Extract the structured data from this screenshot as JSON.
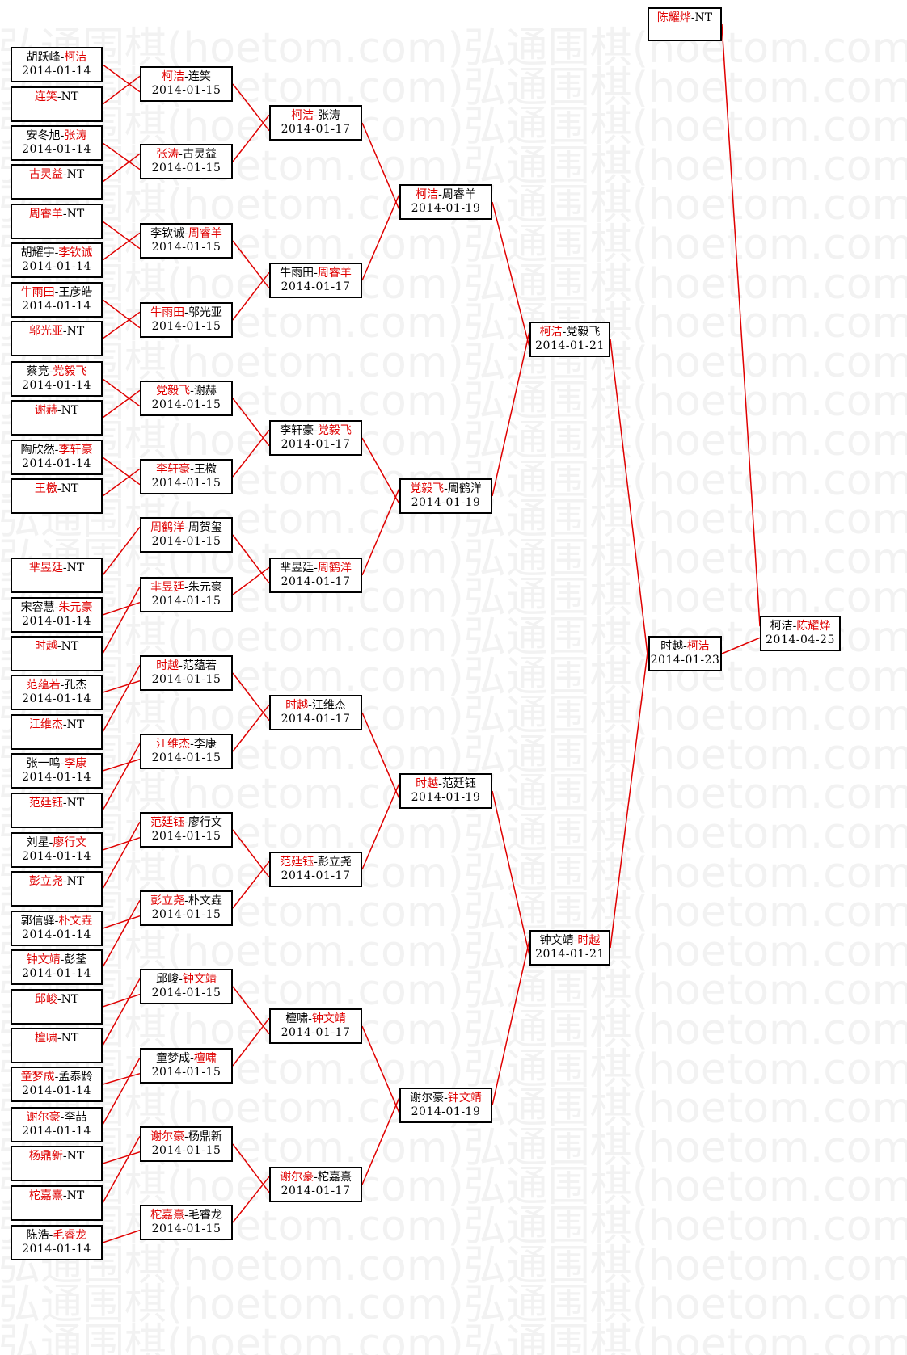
{
  "watermark": "弘通围棋(hoetom.com)",
  "colors": {
    "winner": "#e00000",
    "line": "#e00000",
    "border": "#000000"
  },
  "champion": {
    "name": "陈耀烨",
    "suffix": "-NT"
  },
  "matches": [
    {
      "id": "r1-1",
      "p1": "胡跃峰",
      "p2": "柯洁",
      "w": 2,
      "date": "2014-01-14"
    },
    {
      "id": "r1-2",
      "p1": "连笑",
      "p2": "NT",
      "w": 1,
      "date": ""
    },
    {
      "id": "r1-3",
      "p1": "安冬旭",
      "p2": "张涛",
      "w": 2,
      "date": "2014-01-14"
    },
    {
      "id": "r1-4",
      "p1": "古灵益",
      "p2": "NT",
      "w": 1,
      "date": ""
    },
    {
      "id": "r1-5",
      "p1": "周睿羊",
      "p2": "NT",
      "w": 1,
      "date": ""
    },
    {
      "id": "r1-6",
      "p1": "胡耀宇",
      "p2": "李钦诚",
      "w": 2,
      "date": "2014-01-14"
    },
    {
      "id": "r1-7",
      "p1": "牛雨田",
      "p2": "王彦皓",
      "w": 1,
      "date": "2014-01-14"
    },
    {
      "id": "r1-8",
      "p1": "邬光亚",
      "p2": "NT",
      "w": 1,
      "date": ""
    },
    {
      "id": "r1-9",
      "p1": "蔡竞",
      "p2": "党毅飞",
      "w": 2,
      "date": "2014-01-14"
    },
    {
      "id": "r1-10",
      "p1": "谢赫",
      "p2": "NT",
      "w": 1,
      "date": ""
    },
    {
      "id": "r1-11",
      "p1": "陶欣然",
      "p2": "李轩豪",
      "w": 2,
      "date": "2014-01-14"
    },
    {
      "id": "r1-12",
      "p1": "王檄",
      "p2": "NT",
      "w": 1,
      "date": ""
    },
    {
      "id": "r1-14",
      "p1": "芈昱廷",
      "p2": "NT",
      "w": 1,
      "date": ""
    },
    {
      "id": "r1-15",
      "p1": "宋容慧",
      "p2": "朱元豪",
      "w": 2,
      "date": "2014-01-14"
    },
    {
      "id": "r1-16",
      "p1": "时越",
      "p2": "NT",
      "w": 1,
      "date": ""
    },
    {
      "id": "r1-17",
      "p1": "范蕴若",
      "p2": "孔杰",
      "w": 1,
      "date": "2014-01-14"
    },
    {
      "id": "r1-18",
      "p1": "江维杰",
      "p2": "NT",
      "w": 1,
      "date": ""
    },
    {
      "id": "r1-19",
      "p1": "张一鸣",
      "p2": "李康",
      "w": 2,
      "date": "2014-01-14"
    },
    {
      "id": "r1-20",
      "p1": "范廷钰",
      "p2": "NT",
      "w": 1,
      "date": ""
    },
    {
      "id": "r1-21",
      "p1": "刘星",
      "p2": "廖行文",
      "w": 2,
      "date": "2014-01-14"
    },
    {
      "id": "r1-22",
      "p1": "彭立尧",
      "p2": "NT",
      "w": 1,
      "date": ""
    },
    {
      "id": "r1-23",
      "p1": "郭信驿",
      "p2": "朴文垚",
      "w": 2,
      "date": "2014-01-14"
    },
    {
      "id": "r1-24",
      "p1": "钟文靖",
      "p2": "彭荃",
      "w": 1,
      "date": "2014-01-14"
    },
    {
      "id": "r1-25",
      "p1": "邱峻",
      "p2": "NT",
      "w": 1,
      "date": ""
    },
    {
      "id": "r1-26",
      "p1": "檀啸",
      "p2": "NT",
      "w": 1,
      "date": ""
    },
    {
      "id": "r1-27",
      "p1": "童梦成",
      "p2": "孟泰龄",
      "w": 1,
      "date": "2014-01-14"
    },
    {
      "id": "r1-28",
      "p1": "谢尔豪",
      "p2": "李喆",
      "w": 1,
      "date": "2014-01-14"
    },
    {
      "id": "r1-29",
      "p1": "杨鼎新",
      "p2": "NT",
      "w": 1,
      "date": ""
    },
    {
      "id": "r1-30",
      "p1": "柁嘉熹",
      "p2": "NT",
      "w": 1,
      "date": ""
    },
    {
      "id": "r1-31",
      "p1": "陈浩",
      "p2": "毛睿龙",
      "w": 2,
      "date": "2014-01-14"
    },
    {
      "id": "r2-1",
      "p1": "柯洁",
      "p2": "连笑",
      "w": 1,
      "date": "2014-01-15"
    },
    {
      "id": "r2-2",
      "p1": "张涛",
      "p2": "古灵益",
      "w": 1,
      "date": "2014-01-15"
    },
    {
      "id": "r2-3",
      "p1": "李钦诚",
      "p2": "周睿羊",
      "w": 2,
      "date": "2014-01-15"
    },
    {
      "id": "r2-4",
      "p1": "牛雨田",
      "p2": "邬光亚",
      "w": 1,
      "date": "2014-01-15"
    },
    {
      "id": "r2-5",
      "p1": "党毅飞",
      "p2": "谢赫",
      "w": 1,
      "date": "2014-01-15"
    },
    {
      "id": "r2-6",
      "p1": "李轩豪",
      "p2": "王檄",
      "w": 1,
      "date": "2014-01-15"
    },
    {
      "id": "r2-7",
      "p1": "周鹤洋",
      "p2": "周贺玺",
      "w": 1,
      "date": "2014-01-15"
    },
    {
      "id": "r2-8",
      "p1": "芈昱廷",
      "p2": "朱元豪",
      "w": 1,
      "date": "2014-01-15"
    },
    {
      "id": "r2-9",
      "p1": "时越",
      "p2": "范蕴若",
      "w": 1,
      "date": "2014-01-15"
    },
    {
      "id": "r2-10",
      "p1": "江维杰",
      "p2": "李康",
      "w": 1,
      "date": "2014-01-15"
    },
    {
      "id": "r2-11",
      "p1": "范廷钰",
      "p2": "廖行文",
      "w": 1,
      "date": "2014-01-15"
    },
    {
      "id": "r2-12",
      "p1": "彭立尧",
      "p2": "朴文垚",
      "w": 1,
      "date": "2014-01-15"
    },
    {
      "id": "r2-13",
      "p1": "邱峻",
      "p2": "钟文靖",
      "w": 2,
      "date": "2014-01-15"
    },
    {
      "id": "r2-14",
      "p1": "童梦成",
      "p2": "檀啸",
      "w": 2,
      "date": "2014-01-15"
    },
    {
      "id": "r2-15",
      "p1": "谢尔豪",
      "p2": "杨鼎新",
      "w": 1,
      "date": "2014-01-15"
    },
    {
      "id": "r2-16",
      "p1": "柁嘉熹",
      "p2": "毛睿龙",
      "w": 1,
      "date": "2014-01-15"
    },
    {
      "id": "r3-1",
      "p1": "柯洁",
      "p2": "张涛",
      "w": 1,
      "date": "2014-01-17"
    },
    {
      "id": "r3-2",
      "p1": "牛雨田",
      "p2": "周睿羊",
      "w": 2,
      "date": "2014-01-17"
    },
    {
      "id": "r3-3",
      "p1": "李轩豪",
      "p2": "党毅飞",
      "w": 2,
      "date": "2014-01-17"
    },
    {
      "id": "r3-4",
      "p1": "芈昱廷",
      "p2": "周鹤洋",
      "w": 2,
      "date": "2014-01-17"
    },
    {
      "id": "r3-5",
      "p1": "时越",
      "p2": "江维杰",
      "w": 1,
      "date": "2014-01-17"
    },
    {
      "id": "r3-6",
      "p1": "范廷钰",
      "p2": "彭立尧",
      "w": 1,
      "date": "2014-01-17"
    },
    {
      "id": "r3-7",
      "p1": "檀啸",
      "p2": "钟文靖",
      "w": 2,
      "date": "2014-01-17"
    },
    {
      "id": "r3-8",
      "p1": "谢尔豪",
      "p2": "柁嘉熹",
      "w": 1,
      "date": "2014-01-17"
    },
    {
      "id": "r4-1",
      "p1": "柯洁",
      "p2": "周睿羊",
      "w": 1,
      "date": "2014-01-19"
    },
    {
      "id": "r4-2",
      "p1": "党毅飞",
      "p2": "周鹤洋",
      "w": 1,
      "date": "2014-01-19"
    },
    {
      "id": "r4-3",
      "p1": "时越",
      "p2": "范廷钰",
      "w": 1,
      "date": "2014-01-19"
    },
    {
      "id": "r4-4",
      "p1": "谢尔豪",
      "p2": "钟文靖",
      "w": 2,
      "date": "2014-01-19"
    },
    {
      "id": "r5-1",
      "p1": "柯洁",
      "p2": "党毅飞",
      "w": 1,
      "date": "2014-01-21"
    },
    {
      "id": "r5-2",
      "p1": "钟文靖",
      "p2": "时越",
      "w": 2,
      "date": "2014-01-21"
    },
    {
      "id": "r6-1",
      "p1": "时越",
      "p2": "柯洁",
      "w": 2,
      "date": "2014-01-23"
    },
    {
      "id": "final",
      "p1": "柯洁",
      "p2": "陈耀烨",
      "w": 2,
      "date": "2014-04-25"
    }
  ]
}
